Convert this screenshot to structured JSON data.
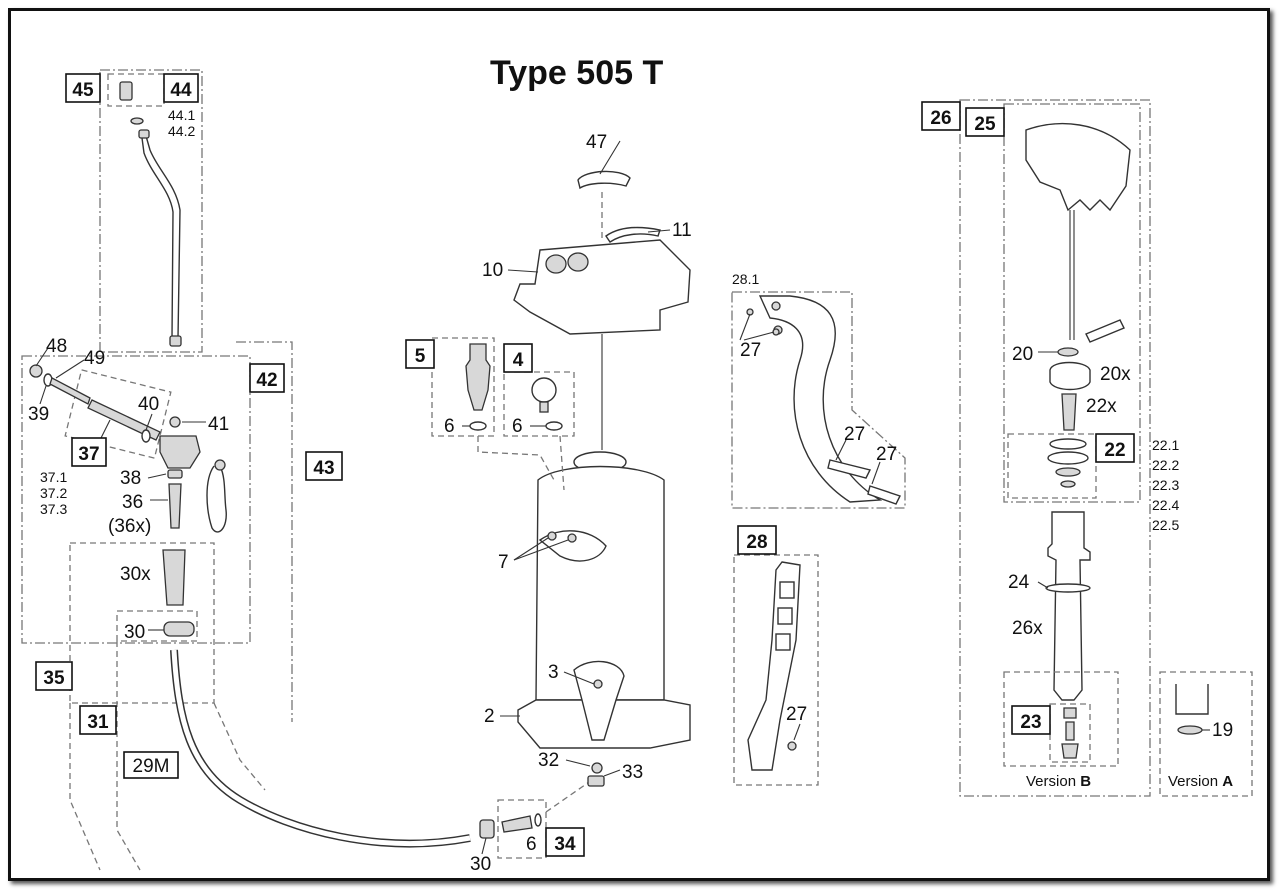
{
  "title": "Type 505 T",
  "boxed_labels": [
    "45",
    "44",
    "42",
    "37",
    "43",
    "35",
    "31",
    "5",
    "4",
    "26",
    "25",
    "22",
    "28",
    "23",
    "34"
  ],
  "labels": {
    "l44_1": "44.1",
    "l44_2": "44.2",
    "l48": "48",
    "l49": "49",
    "l39": "39",
    "l40": "40",
    "l41": "41",
    "l37_1": "37.1",
    "l37_2": "37.2",
    "l37_3": "37.3",
    "l38": "38",
    "l36": "36",
    "l36x": "(36x)",
    "l30x": "30x",
    "l30a": "30",
    "l29m": "29M",
    "l30b": "30",
    "l6a": "6",
    "l47": "47",
    "l11": "11",
    "l10": "10",
    "l6b": "6",
    "l6c": "6",
    "l7": "7",
    "l3": "3",
    "l2": "2",
    "l32": "32",
    "l33": "33",
    "l28_1": "28.1",
    "l27a": "27",
    "l27b": "27",
    "l27c": "27",
    "l27d": "27",
    "l20": "20",
    "l20x": "20x",
    "l22x": "22x",
    "l22_1": "22.1",
    "l22_2": "22.2",
    "l22_3": "22.3",
    "l22_4": "22.4",
    "l22_5": "22.5",
    "l24": "24",
    "l26x": "26x",
    "l19": "19"
  },
  "versions": {
    "b_prefix": "Version ",
    "b_letter": "B",
    "a_prefix": "Version ",
    "a_letter": "A"
  },
  "colors": {
    "line": "#333333",
    "dashed": "#777777",
    "part_fill": "#d8d8d8"
  }
}
